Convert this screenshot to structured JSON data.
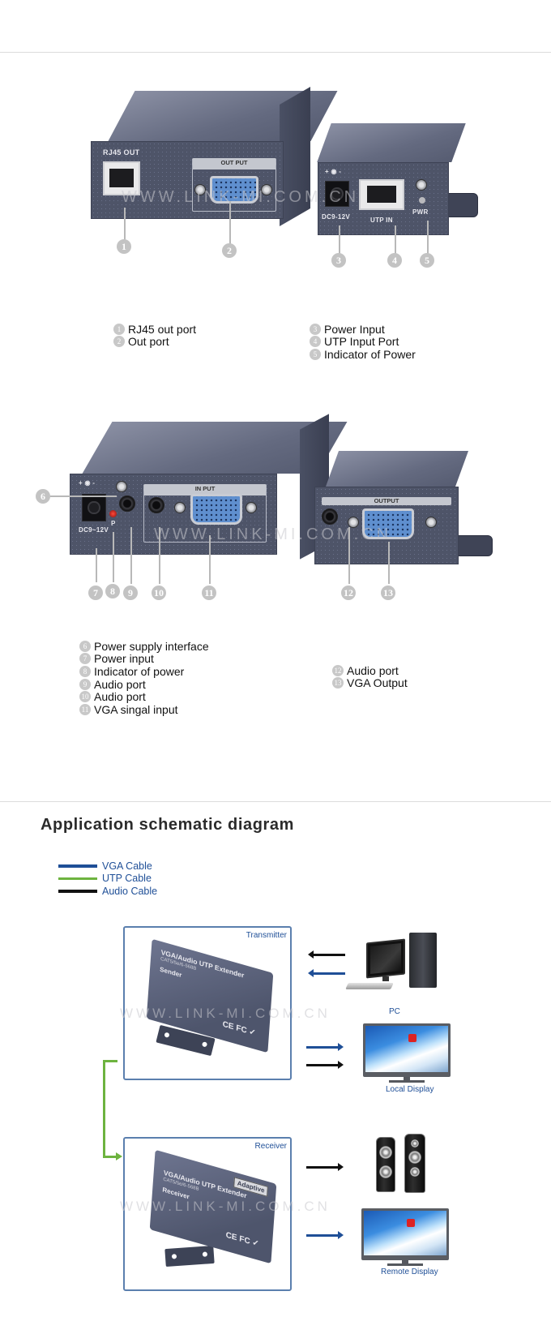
{
  "section1": {
    "watermark": "WWW.LINK-MI.COM.CN",
    "sender_ports": {
      "rj45_label": "RJ45 OUT",
      "vga_frame_label": "OUT PUT"
    },
    "receiver_ports": {
      "dc_label": "DC9-12V",
      "utp_label": "UTP IN",
      "pwr_label": "PWR",
      "polarity": "+ ◉ -"
    },
    "callouts": [
      "1",
      "2",
      "3",
      "4",
      "5"
    ],
    "legend_left": [
      {
        "num": "1",
        "text": "RJ45 out port"
      },
      {
        "num": "2",
        "text": "Out port"
      }
    ],
    "legend_right": [
      {
        "num": "3",
        "text": "Power Input"
      },
      {
        "num": "4",
        "text": "UTP Input Port"
      },
      {
        "num": "5",
        "text": "Indicator of Power"
      }
    ]
  },
  "section2": {
    "watermark": "WWW.LINK-MI.COM.CN",
    "sender_ports": {
      "dc_label": "DC9~12V",
      "led_label": "P",
      "vga_frame_label": "IN PUT",
      "polarity": "+ ◉ -"
    },
    "receiver_ports": {
      "vga_frame_label": "OUTPUT"
    },
    "callouts": [
      "6",
      "7",
      "8",
      "9",
      "10",
      "11",
      "12",
      "13"
    ],
    "legend_left": [
      {
        "num": "6",
        "text": "Power supply interface"
      },
      {
        "num": "7",
        "text": "Power input"
      },
      {
        "num": "8",
        "text": "Indicator of power"
      },
      {
        "num": "9",
        "text": "Audio port"
      },
      {
        "num": "10",
        "text": "Audio port"
      },
      {
        "num": "11",
        "text": "VGA singal input"
      }
    ],
    "legend_right": [
      {
        "num": "12",
        "text": "Audio port"
      },
      {
        "num": "13",
        "text": "VGA Output"
      }
    ]
  },
  "schematic": {
    "title": "Application schematic diagram",
    "cable_legend": [
      {
        "label": "VGA Cable",
        "color": "#1f4f97"
      },
      {
        "label": "UTP Cable",
        "color": "#6db33f"
      },
      {
        "label": "Audio Cable",
        "color": "#111111"
      }
    ],
    "watermark": "WWW.LINK-MI.COM.CN",
    "transmitter": {
      "title": "Transmitter",
      "device_line1": "VGA/Audio UTP Extender",
      "device_line2": "CAT5/5e/6-568B",
      "device_line3": "Sender",
      "marks": "CE FC ✓"
    },
    "receiver": {
      "title": "Receiver",
      "device_line1": "VGA/Audio UTP Extender",
      "device_line2": "CAT5/5e/6-568B",
      "device_line3": "Receiver",
      "badge": "Adaptive",
      "marks": "CE FC ✓"
    },
    "destinations": {
      "pc": "PC",
      "local_display": "Local Display",
      "remote_display": "Remote Display"
    }
  }
}
